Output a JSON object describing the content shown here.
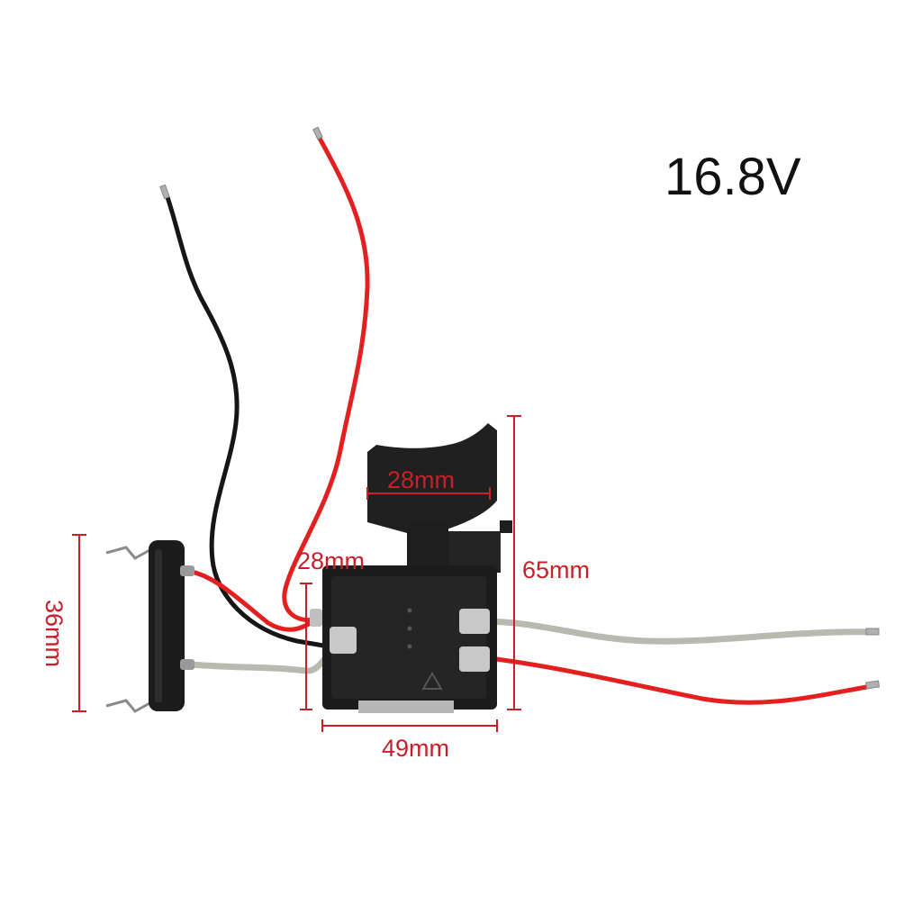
{
  "product": {
    "voltage_label": "16.8V"
  },
  "dimensions": {
    "trigger_width": "28mm",
    "body_depth": "28mm",
    "total_height": "65mm",
    "body_width": "49mm",
    "bracket_height": "36mm"
  },
  "colors": {
    "dimension": "#c8202a",
    "wire_red": "#e3201f",
    "wire_black": "#161616",
    "wire_gray": "#b9b9b0",
    "plastic": "#1c1c1c",
    "text": "#111111"
  }
}
